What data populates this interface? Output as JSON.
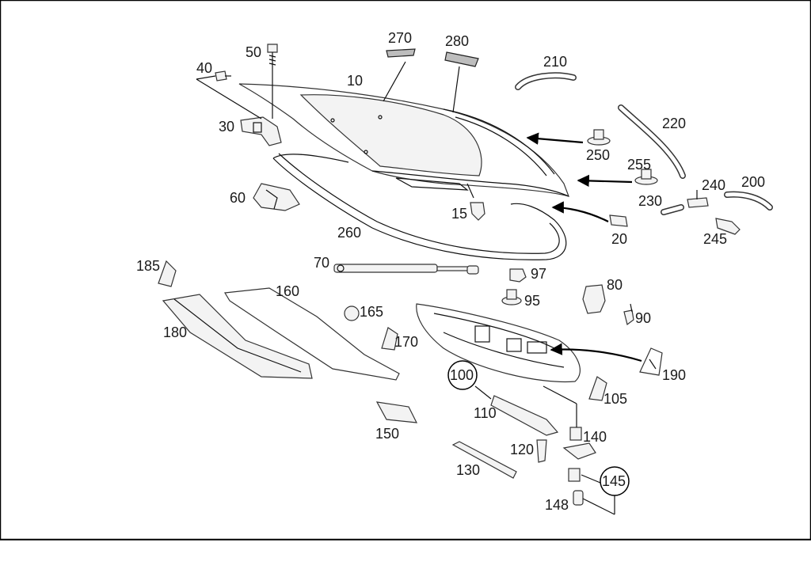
{
  "callouts": [
    {
      "id": "c10",
      "text": "10"
    },
    {
      "id": "c15",
      "text": "15"
    },
    {
      "id": "c20",
      "text": "20"
    },
    {
      "id": "c30",
      "text": "30"
    },
    {
      "id": "c40",
      "text": "40"
    },
    {
      "id": "c50",
      "text": "50"
    },
    {
      "id": "c60",
      "text": "60"
    },
    {
      "id": "c70",
      "text": "70"
    },
    {
      "id": "c80",
      "text": "80"
    },
    {
      "id": "c90",
      "text": "90"
    },
    {
      "id": "c95",
      "text": "95"
    },
    {
      "id": "c97",
      "text": "97"
    },
    {
      "id": "c100",
      "text": "100"
    },
    {
      "id": "c105",
      "text": "105"
    },
    {
      "id": "c110",
      "text": "110"
    },
    {
      "id": "c120",
      "text": "120"
    },
    {
      "id": "c130",
      "text": "130"
    },
    {
      "id": "c140",
      "text": "140"
    },
    {
      "id": "c145",
      "text": "145"
    },
    {
      "id": "c148",
      "text": "148"
    },
    {
      "id": "c150",
      "text": "150"
    },
    {
      "id": "c160",
      "text": "160"
    },
    {
      "id": "c165",
      "text": "165"
    },
    {
      "id": "c170",
      "text": "170"
    },
    {
      "id": "c180",
      "text": "180"
    },
    {
      "id": "c185",
      "text": "185"
    },
    {
      "id": "c190",
      "text": "190"
    },
    {
      "id": "c200",
      "text": "200"
    },
    {
      "id": "c210",
      "text": "210"
    },
    {
      "id": "c220",
      "text": "220"
    },
    {
      "id": "c230",
      "text": "230"
    },
    {
      "id": "c240",
      "text": "240"
    },
    {
      "id": "c245",
      "text": "245"
    },
    {
      "id": "c250",
      "text": "250"
    },
    {
      "id": "c255",
      "text": "255"
    },
    {
      "id": "c260",
      "text": "260"
    },
    {
      "id": "c270",
      "text": "270"
    },
    {
      "id": "c280",
      "text": "280"
    }
  ],
  "colors": {
    "line": "#111111",
    "part_fill": "#f3f3f3",
    "background": "#ffffff"
  }
}
